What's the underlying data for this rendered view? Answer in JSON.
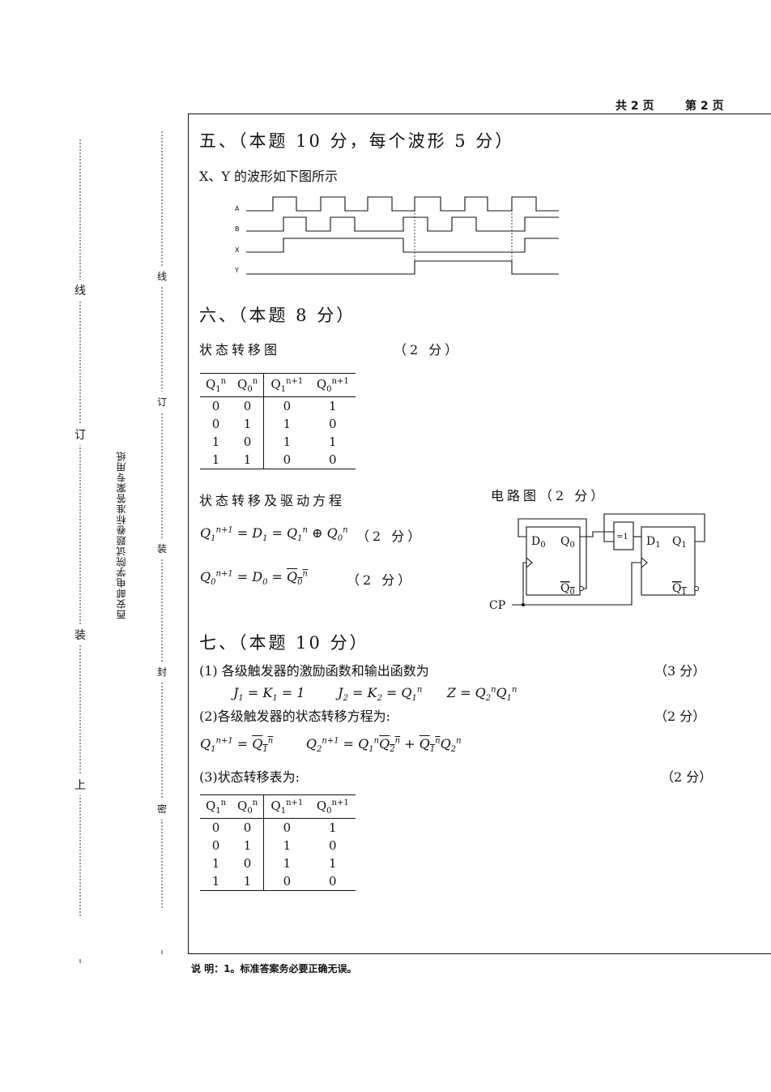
{
  "header": {
    "total_pages": "共 2 页",
    "page_no": "第 2 页"
  },
  "sidebar": {
    "outer_chars": [
      "线",
      "订",
      "装",
      "上"
    ],
    "inner_chars": [
      "线",
      "订",
      "装",
      "封",
      "密"
    ],
    "vertical_label": "西安邮电学院试题卷标准答案专用纸"
  },
  "section5": {
    "title": "五、（本题 10 分，每个波形 5 分）",
    "intro": "X、Y 的波形如下图所示",
    "signals": [
      "A",
      "B",
      "X",
      "Y"
    ]
  },
  "section6": {
    "title": "六、（本题 8 分）",
    "state_diagram_label": "状态转移图",
    "state_diagram_score": "（2 分）",
    "table": {
      "rows": [
        [
          "0",
          "0",
          "0",
          "1"
        ],
        [
          "0",
          "1",
          "1",
          "0"
        ],
        [
          "1",
          "0",
          "1",
          "1"
        ],
        [
          "1",
          "1",
          "0",
          "0"
        ]
      ]
    },
    "equations_label": "状态转移及驱动方程",
    "eq1_score": "（2 分）",
    "eq2_score": "（2 分）",
    "circuit_label": "电路图（2 分）",
    "circuit": {
      "xor_label": "=1",
      "d0": "D",
      "d1": "D",
      "q0": "Q",
      "q1": "Q",
      "cp": "CP"
    }
  },
  "section7": {
    "title": "七、（本题 10 分）",
    "q1_text": "(1) 各级触发器的激励函数和输出函数为",
    "q1_score": "（3 分）",
    "q2_text": "(2)各级触发器的状态转移方程为:",
    "q2_score": "（2 分）",
    "q3_text": "(3)状态转移表为:",
    "q3_score": "（2 分）",
    "table": {
      "rows": [
        [
          "0",
          "0",
          "0",
          "1"
        ],
        [
          "0",
          "1",
          "1",
          "0"
        ],
        [
          "1",
          "0",
          "1",
          "1"
        ],
        [
          "1",
          "1",
          "0",
          "0"
        ]
      ]
    }
  },
  "footer_note": "说 明：1。标准答案务必要正确无误。"
}
